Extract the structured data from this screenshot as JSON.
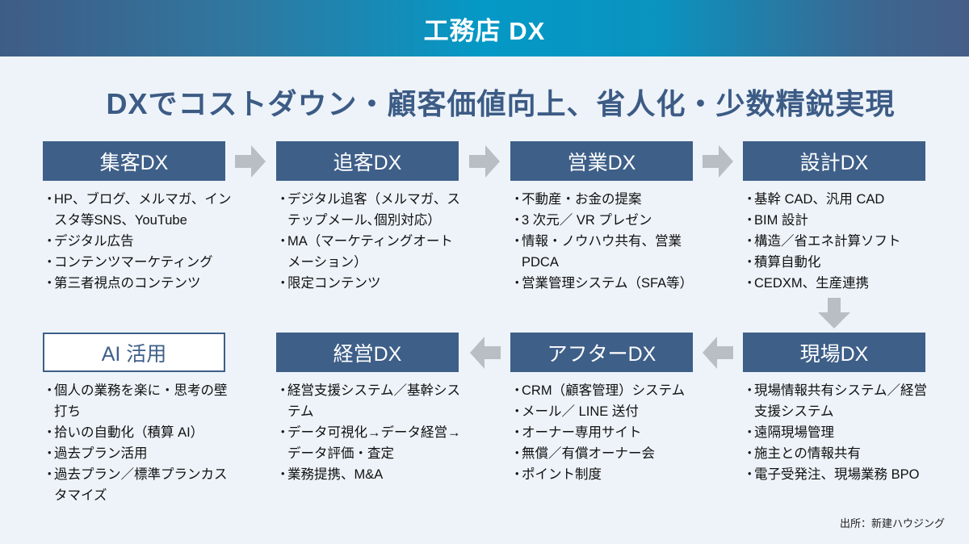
{
  "header": {
    "title": "工務店 DX"
  },
  "subtitle": "DXでコストダウン・顧客価値向上、省人化・少数精鋭実現",
  "stages": [
    {
      "label": "集客DX",
      "items": [
        "HP、ブログ、メルマガ、インスタ等SNS、YouTube",
        "デジタル広告",
        "コンテンツマーケティング",
        "第三者視点のコンテンツ"
      ]
    },
    {
      "label": "追客DX",
      "items": [
        "デジタル追客（メルマガ、ステップメール､個別対応）",
        "MA（マーケティングオートメーション）",
        "限定コンテンツ"
      ]
    },
    {
      "label": "営業DX",
      "items": [
        "不動産・お金の提案",
        "3 次元／ VR プレゼン",
        "情報・ノウハウ共有、営業 PDCA",
        "営業管理システム（SFA等）"
      ]
    },
    {
      "label": "設計DX",
      "items": [
        "基幹 CAD、汎用 CAD",
        "BIM 設計",
        "構造／省エネ計算ソフト",
        "積算自動化",
        "CEDXM、生産連携"
      ]
    },
    {
      "label": "AI 活用",
      "items": [
        "個人の業務を楽に・思考の壁打ち",
        "拾いの自動化（積算 AI）",
        "過去プラン活用",
        "過去プラン／標準プランカスタマイズ"
      ]
    },
    {
      "label": "経営DX",
      "items": [
        "経営支援システム／基幹システム",
        "データ可視化→データ経営→データ評価・査定",
        "業務提携、M&A"
      ]
    },
    {
      "label": "アフターDX",
      "items": [
        "CRM（顧客管理）システム",
        "メール／ LINE 送付",
        "オーナー専用サイト",
        "無償／有償オーナー会",
        "ポイント制度"
      ]
    },
    {
      "label": "現場DX",
      "items": [
        "現場情報共有システム／経営支援システム",
        "遠隔現場管理",
        "施主との情報共有",
        "電子受発注、現場業務 BPO"
      ]
    }
  ],
  "source": "出所：新建ハウジング",
  "colors": {
    "box": "#3e5f88",
    "arrow": "#b9bec5",
    "background": "#edf3f9"
  }
}
